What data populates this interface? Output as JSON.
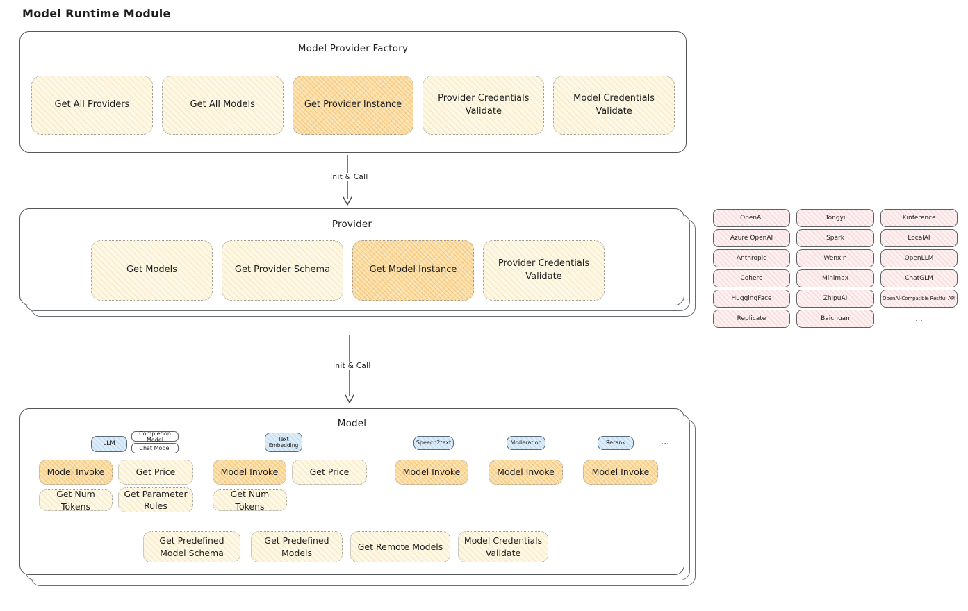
{
  "page": {
    "title": "Model Runtime Module"
  },
  "factory": {
    "title": "Model Provider Factory",
    "buttons": [
      {
        "label": "Get All Providers",
        "highlight": false
      },
      {
        "label": "Get All Models",
        "highlight": false
      },
      {
        "label": "Get Provider Instance",
        "highlight": true
      },
      {
        "label": "Provider Credentials Validate",
        "highlight": false
      },
      {
        "label": "Model Credentials Validate",
        "highlight": false
      }
    ]
  },
  "arrows": {
    "top": "Init & Call",
    "bottom": "Init & Call"
  },
  "provider": {
    "title": "Provider",
    "buttons": [
      {
        "label": "Get Models",
        "highlight": false
      },
      {
        "label": "Get Provider Schema",
        "highlight": false
      },
      {
        "label": "Get Model Instance",
        "highlight": true
      },
      {
        "label": "Provider Credentials Validate",
        "highlight": false
      }
    ]
  },
  "providers": {
    "rows": [
      [
        "OpenAI",
        "Tongyi",
        "Xinference"
      ],
      [
        "Azure OpenAI",
        "Spark",
        "LocalAI"
      ],
      [
        "Anthropic",
        "Wenxin",
        "OpenLLM"
      ],
      [
        "Cohere",
        "Minimax",
        "ChatGLM"
      ],
      [
        "HuggingFace",
        "ZhipuAI",
        "OpenAI-Compatible Restful API"
      ],
      [
        "Replicate",
        "Baichuan",
        "..."
      ]
    ]
  },
  "model": {
    "title": "Model",
    "types": {
      "llm": "LLM",
      "completion": "Completion Model",
      "chat": "Chat Model",
      "text_embedding": "Text Embedding",
      "speech2text": "Speech2text",
      "moderation": "Moderation",
      "rerank": "Rerank",
      "more": "..."
    },
    "buttons": {
      "model_invoke": "Model Invoke",
      "get_price": "Get Price",
      "get_num_tokens": "Get Num Tokens",
      "get_parameter_rules": "Get Parameter Rules",
      "get_predefined_model_schema": "Get Predefined Model Schema",
      "get_predefined_models": "Get Predefined Models",
      "get_remote_models": "Get Remote Models",
      "model_credentials_validate": "Model Credentials Validate"
    }
  },
  "colors": {
    "button_yellow": "#fdf8e6",
    "button_yellow_highlight": "#fbe5b6",
    "provider_chip_pink": "#fdf0f0",
    "model_type_blue": "#dcedf9",
    "stroke_dark": "#53575a",
    "text": "#1d1d1d"
  }
}
